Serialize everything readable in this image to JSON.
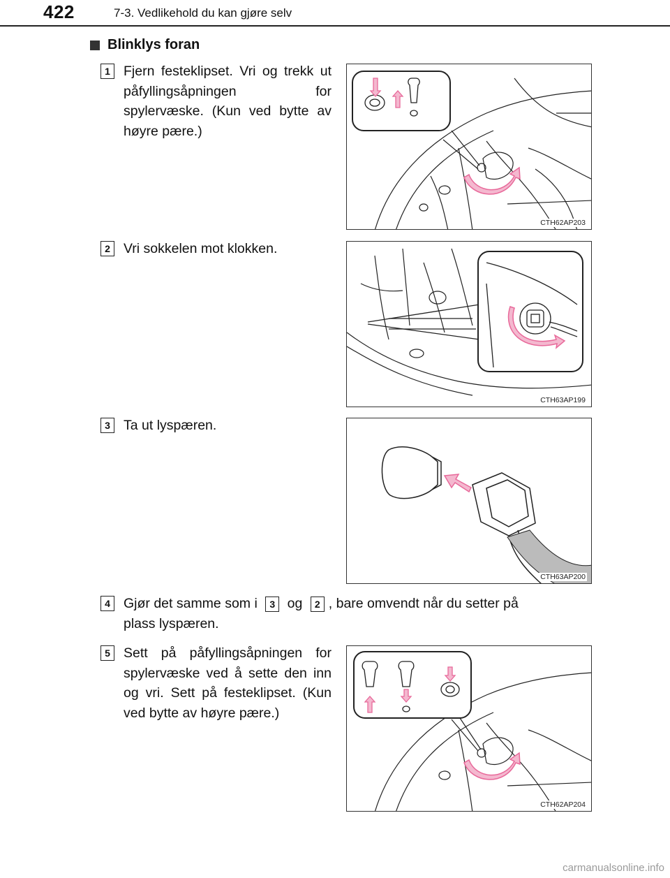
{
  "header": {
    "page_number": "422",
    "chapter": "7-3. Vedlikehold du kan gjøre selv"
  },
  "section": {
    "title": "Blinklys foran"
  },
  "steps": [
    {
      "num": "1",
      "text": "Fjern festeklipset. Vri og trekk ut påfyllingsåpningen for spylervæske. (Kun ved bytte av høyre pære.)",
      "figure": "CTH62AP203"
    },
    {
      "num": "2",
      "text": "Vri sokkelen mot klokken.",
      "figure": "CTH63AP199"
    },
    {
      "num": "3",
      "text": "Ta ut lyspæren.",
      "figure": "CTH63AP200"
    },
    {
      "num": "4",
      "text_a": "Gjør det samme som i",
      "ref1": "3",
      "text_b": "og",
      "ref2": "2",
      "text_c": ", bare omvendt når du setter på",
      "text_d": "plass lyspæren."
    },
    {
      "num": "5",
      "text": "Sett på påfyllingsåpningen for spylervæske ved å sette den inn og vri. Sett på feste­klipset. (Kun ved bytte av høyre pære.)",
      "figure": "CTH62AP204"
    }
  ],
  "watermark": "carmanualsonline.info",
  "colors": {
    "accent_pink": "#e8699a",
    "arrow_fill": "#f4b8cf",
    "line": "#222222"
  }
}
